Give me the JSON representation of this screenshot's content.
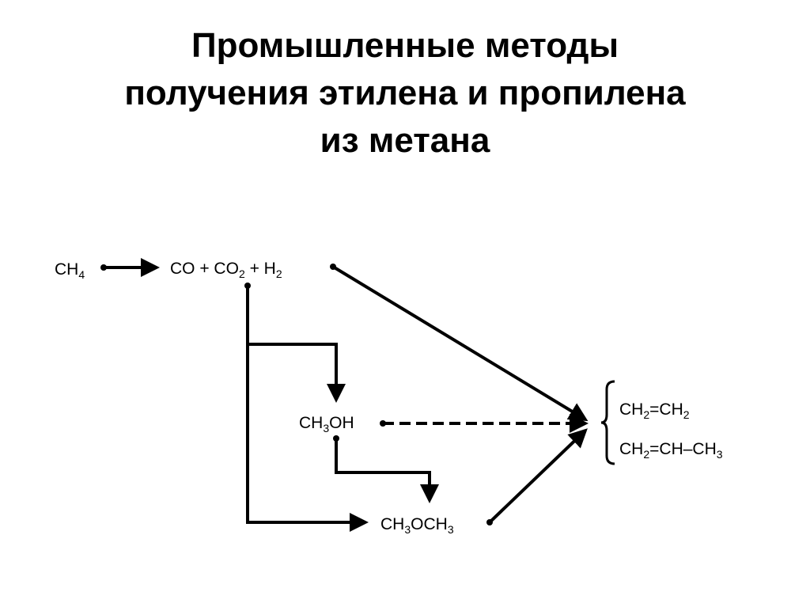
{
  "title": {
    "line1": "Промышленные методы",
    "line2": "получения этилена и пропилена",
    "line3": "из метана"
  },
  "nodes": {
    "ch4": {
      "main": "CH",
      "sub": "4"
    },
    "syngas": {
      "p1": "CO + CO",
      "s1": "2",
      "p2": " + H",
      "s2": "2"
    },
    "methanol": {
      "p1": "CH",
      "s1": "3",
      "p2": "OH"
    },
    "dme": {
      "p1": "CH",
      "s1": "3",
      "p2": "OCH",
      "s2": "3"
    },
    "ethylene": {
      "p1": "CH",
      "s1": "2",
      "p2": "=CH",
      "s2": "2"
    },
    "propylene": {
      "p1": "CH",
      "s1": "2",
      "p2": "=CH–CH",
      "s2": "3"
    }
  },
  "colors": {
    "ink": "#000000",
    "background": "#ffffff"
  }
}
